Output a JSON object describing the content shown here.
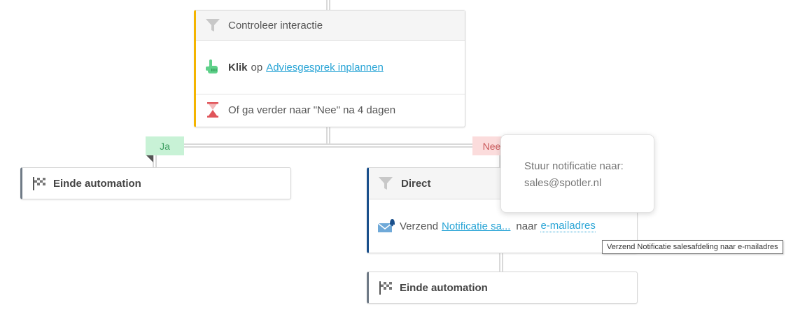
{
  "condition_block": {
    "title": "Controleer interactie",
    "click_strong": "Klik",
    "click_prep": "op",
    "click_link": "Adviesgesprek inplannen",
    "wait_text": "Of ga verder naar \"Nee\" na 4 dagen"
  },
  "branches": {
    "yes": "Ja",
    "no": "Nee"
  },
  "end_left": {
    "label": "Einde automation"
  },
  "direct_block": {
    "title": "Direct",
    "send_prefix": "Verzend",
    "send_link": "Notificatie sa...",
    "send_mid": "naar",
    "send_target": "e-mailadres"
  },
  "end_right": {
    "label": "Einde automation"
  },
  "popover": {
    "line1": "Stuur notificatie naar:",
    "line2": "sales@spotler.nl"
  },
  "tooltip": {
    "text": "Verzend Notificatie salesafdeling naar e-mailadres"
  },
  "colors": {
    "condition_accent": "#f4b400",
    "direct_accent": "#1a4f8b",
    "end_accent": "#6f7a86",
    "link": "#2aa5d6",
    "yes_bg": "#c8f2d6",
    "no_bg": "#fbdcdc"
  },
  "icons": [
    "filter-icon",
    "pointer-hand-icon",
    "hourglass-icon",
    "checkered-flag-icon",
    "mail-notification-icon"
  ]
}
